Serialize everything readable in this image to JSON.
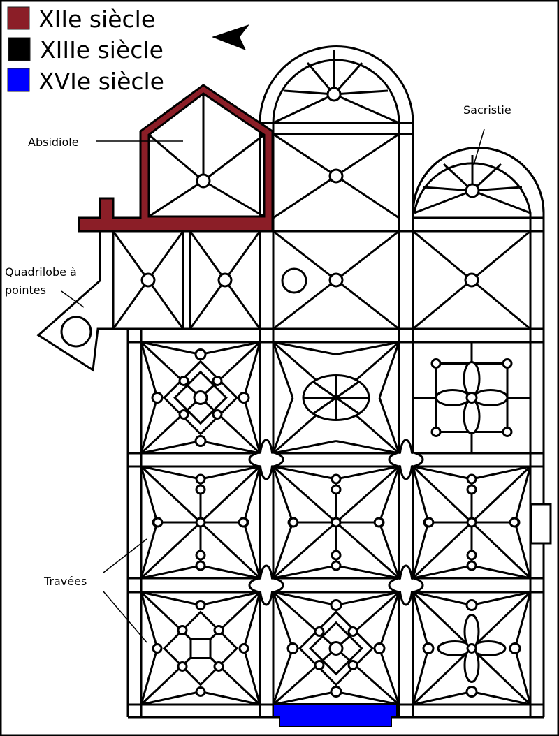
{
  "legend": [
    {
      "label": "XIIe siècle",
      "color": "#8b1e27"
    },
    {
      "label": "XIIIe siècle",
      "color": "#000000"
    },
    {
      "label": "XVIe siècle",
      "color": "#0000ff"
    }
  ],
  "orientation_icon": "north-arrow-icon",
  "annotations": {
    "absidiole": "Absidiole",
    "quadrilobe_line1": "Quadrilobe à",
    "quadrilobe_line2": "pointes",
    "sacristie": "Sacristie",
    "travees": "Travées"
  }
}
